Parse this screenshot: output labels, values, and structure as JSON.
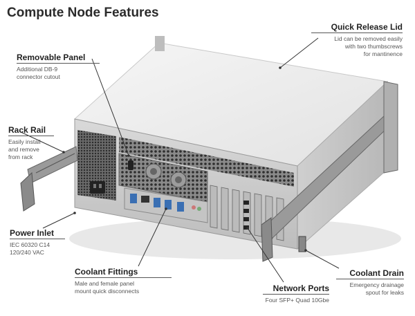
{
  "title": "Compute Node Features",
  "callouts": [
    {
      "id": "lid",
      "title": "Quick Release Lid",
      "desc": [
        "Lid can be removed easily",
        "with two thumbscrews",
        "for mantinence"
      ]
    },
    {
      "id": "panel",
      "title": "Removable Panel",
      "desc": [
        "Additional DB-9",
        "connector cutout"
      ]
    },
    {
      "id": "rail",
      "title": "Rack Rail",
      "desc": [
        "Easily install",
        "and remove",
        "from rack"
      ]
    },
    {
      "id": "power",
      "title": "Power Inlet",
      "desc": [
        "IEC 60320 C14",
        "120/240 VAC"
      ]
    },
    {
      "id": "coolant",
      "title": "Coolant Fittings",
      "desc": [
        "Male and female panel",
        "mount quick disconnects"
      ]
    },
    {
      "id": "network",
      "title": "Network Ports",
      "desc": [
        "Four SFP+ Quad 10Gbe"
      ]
    },
    {
      "id": "drain",
      "title": "Coolant Drain",
      "desc": [
        "Emergency drainage",
        "spout for leaks"
      ]
    }
  ]
}
